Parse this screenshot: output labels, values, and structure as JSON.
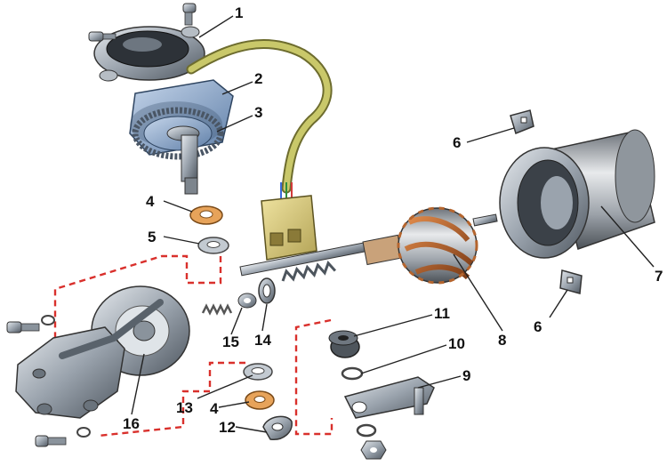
{
  "diagram": {
    "callouts": [
      {
        "id": "c1",
        "label": "1"
      },
      {
        "id": "c2",
        "label": "2"
      },
      {
        "id": "c3",
        "label": "3"
      },
      {
        "id": "c4a",
        "label": "4"
      },
      {
        "id": "c5",
        "label": "5"
      },
      {
        "id": "c6a",
        "label": "6"
      },
      {
        "id": "c6b",
        "label": "6"
      },
      {
        "id": "c7",
        "label": "7"
      },
      {
        "id": "c8",
        "label": "8"
      },
      {
        "id": "c9",
        "label": "9"
      },
      {
        "id": "c10",
        "label": "10"
      },
      {
        "id": "c11",
        "label": "11"
      },
      {
        "id": "c12",
        "label": "12"
      },
      {
        "id": "c13",
        "label": "13"
      },
      {
        "id": "c4b",
        "label": "4"
      },
      {
        "id": "c14",
        "label": "14"
      },
      {
        "id": "c15",
        "label": "15"
      },
      {
        "id": "c16",
        "label": "16"
      }
    ],
    "colors": {
      "metal": "#9aa3ad",
      "metal_dark": "#5d6670",
      "cover_blue": "#8fa9c9",
      "copper": "#b5652e",
      "wire": "#c9c86a",
      "connector": "#d7c879",
      "dashed": "#d9302c",
      "washer_orange": "#e7a35a"
    }
  }
}
